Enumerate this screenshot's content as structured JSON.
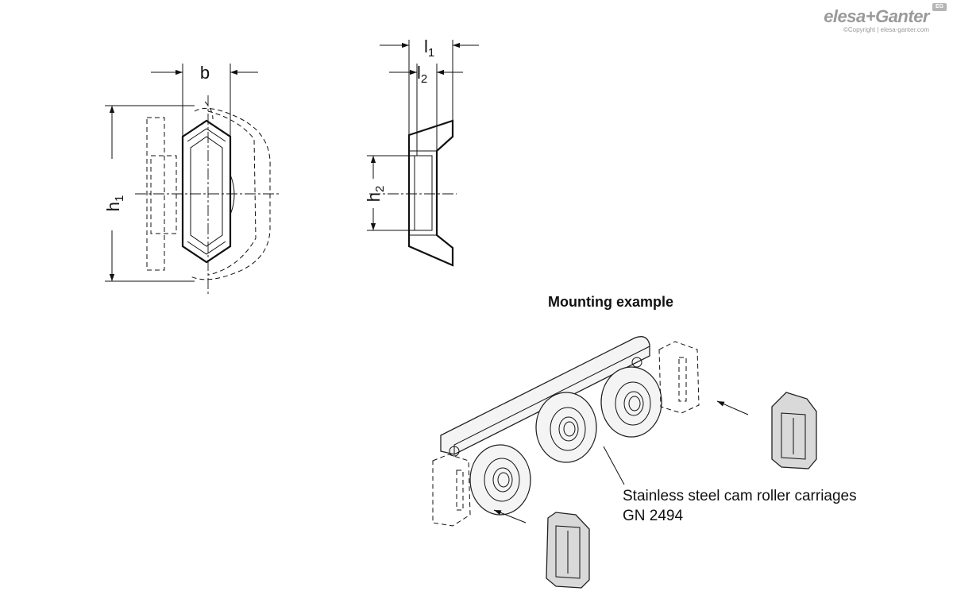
{
  "brand": {
    "name": "elesa+Ganter",
    "badge": "EG",
    "copyright": "©Copyright | elesa-ganter.com"
  },
  "dimensions": {
    "b": "b",
    "l1_main": "l",
    "l1_sub": "1",
    "l2_main": "l",
    "l2_sub": "2",
    "h1_main": "h",
    "h1_sub": "1",
    "h2_main": "h",
    "h2_sub": "2"
  },
  "mounting": {
    "title": "Mounting example",
    "caption_line1": "Stainless steel cam roller carriages",
    "caption_line2": "GN 2494"
  }
}
